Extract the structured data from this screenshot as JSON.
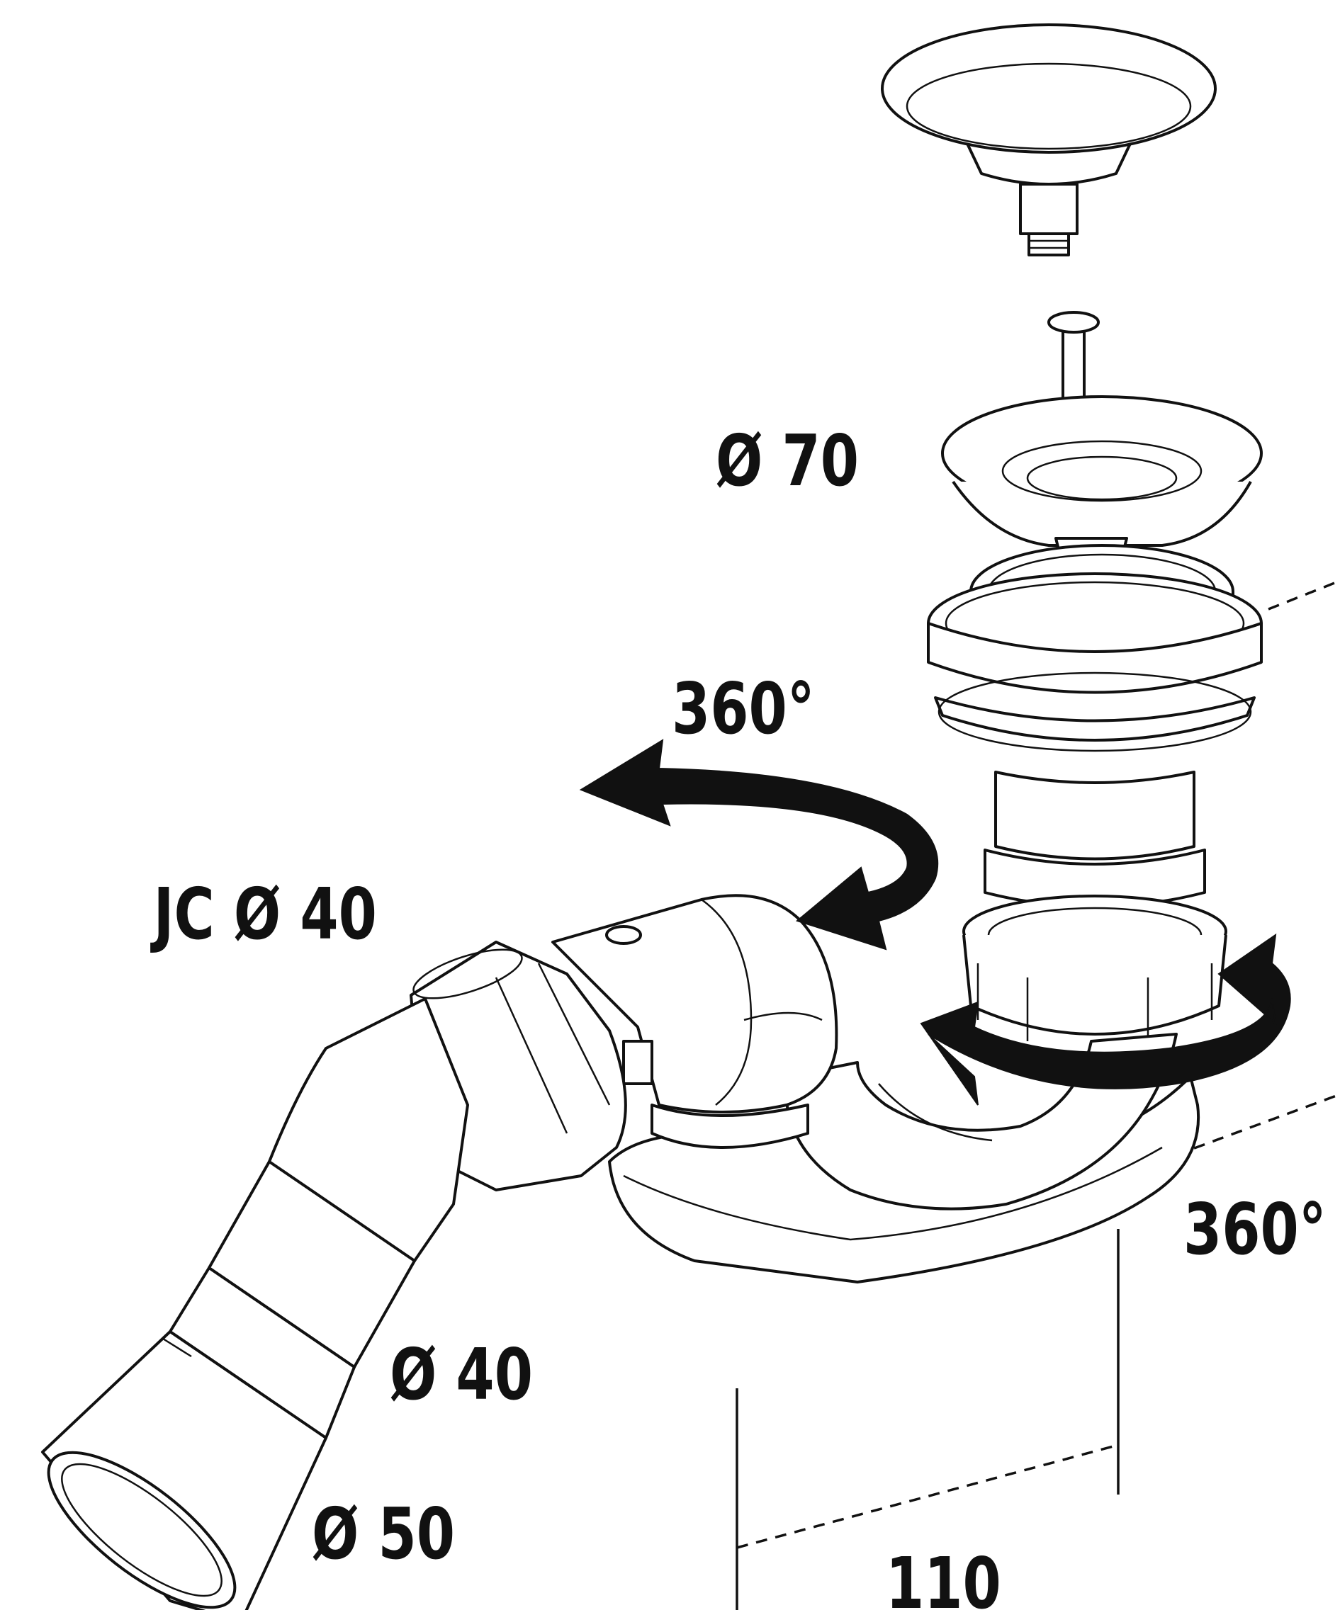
{
  "labels": {
    "top_strainer_diameter": "Ø 70",
    "upper_rotation": "360°",
    "joint_diameter": "JC Ø 40",
    "lower_rotation": "360°",
    "outlet_diameter_small": "Ø 40",
    "outlet_diameter_large": "Ø 50",
    "height_dimension": "110"
  },
  "colors": {
    "ink": "#111111",
    "background": "#ffffff"
  },
  "icons": {
    "upper_rotation_arrow": "curved-double-arrow-icon",
    "lower_rotation_arrow": "curved-double-arrow-icon"
  }
}
